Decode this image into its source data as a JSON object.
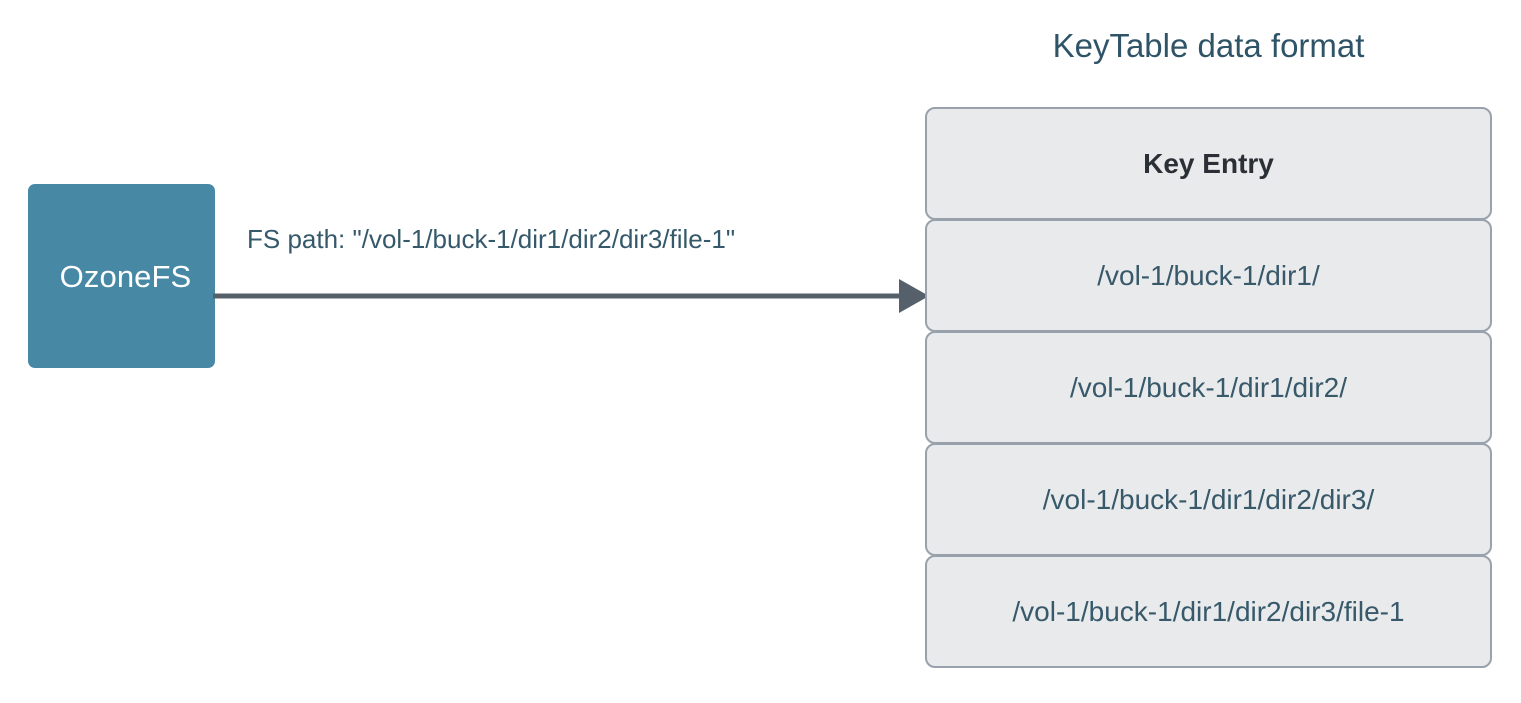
{
  "diagram": {
    "source_node": {
      "label": "OzoneFS",
      "fill_color": "#4789a5",
      "text_color": "#ffffff"
    },
    "edge": {
      "label": "FS path: \"/vol-1/buck-1/dir1/dir2/dir3/file-1\"",
      "color": "#56606b",
      "direction": "right"
    },
    "table": {
      "title": "KeyTable data format",
      "title_color": "#2f5468",
      "header": "Key Entry",
      "header_text_color": "#2b2f36",
      "row_fill": "#e9eaec",
      "row_border": "#99a2ac",
      "row_text_color": "#37596a",
      "rows": [
        "/vol-1/buck-1/dir1/",
        "/vol-1/buck-1/dir1/dir2/",
        "/vol-1/buck-1/dir1/dir2/dir3/",
        "/vol-1/buck-1/dir1/dir2/dir3/file-1"
      ]
    }
  }
}
